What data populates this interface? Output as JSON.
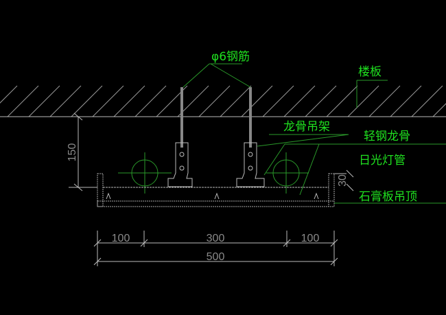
{
  "labels": {
    "rebar": "φ6钢筋",
    "slab": "楼板",
    "hanger": "龙骨吊架",
    "light_steel_keel": "轻钢龙骨",
    "fluorescent_tube": "日光灯管",
    "gypsum_ceiling": "石膏板吊顶"
  },
  "dimensions": {
    "height": "150",
    "panel_thickness": "30",
    "left": "100",
    "middle": "300",
    "right": "100",
    "total": "500"
  },
  "colors": {
    "background": "#000000",
    "label": "#1fe01f",
    "line": "#bdbdbd"
  }
}
